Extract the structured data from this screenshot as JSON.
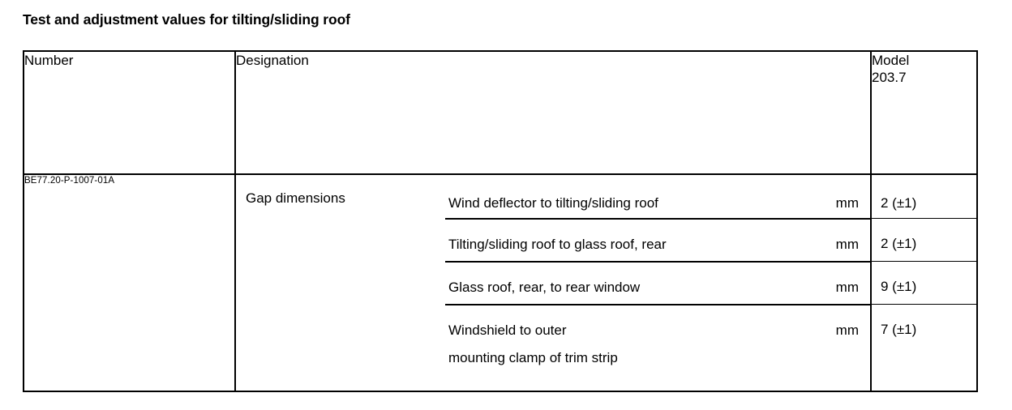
{
  "document": {
    "title": "Test and adjustment values for tilting/sliding roof"
  },
  "table": {
    "headers": {
      "number": "Number",
      "designation": "Designation",
      "model_line1": "Model",
      "model_line2": "203.7"
    },
    "row": {
      "number": "BE77.20-P-1007-01A",
      "designation_label": "Gap dimensions",
      "entries": [
        {
          "text_line1": "Wind deflector to tilting/sliding roof",
          "text_line2": "",
          "unit": "mm",
          "value": "2 (±1)"
        },
        {
          "text_line1": "Tilting/sliding roof to glass roof, rear",
          "text_line2": "",
          "unit": "mm",
          "value": "2 (±1)"
        },
        {
          "text_line1": "Glass roof, rear, to rear window",
          "text_line2": "",
          "unit": "mm",
          "value": "9 (±1)"
        },
        {
          "text_line1": "Windshield to outer",
          "text_line2": "mounting clamp of trim strip",
          "unit": "mm",
          "value": "7 (±1)"
        }
      ]
    }
  },
  "colors": {
    "border": "#000000",
    "text": "#000000",
    "background": "#ffffff"
  }
}
